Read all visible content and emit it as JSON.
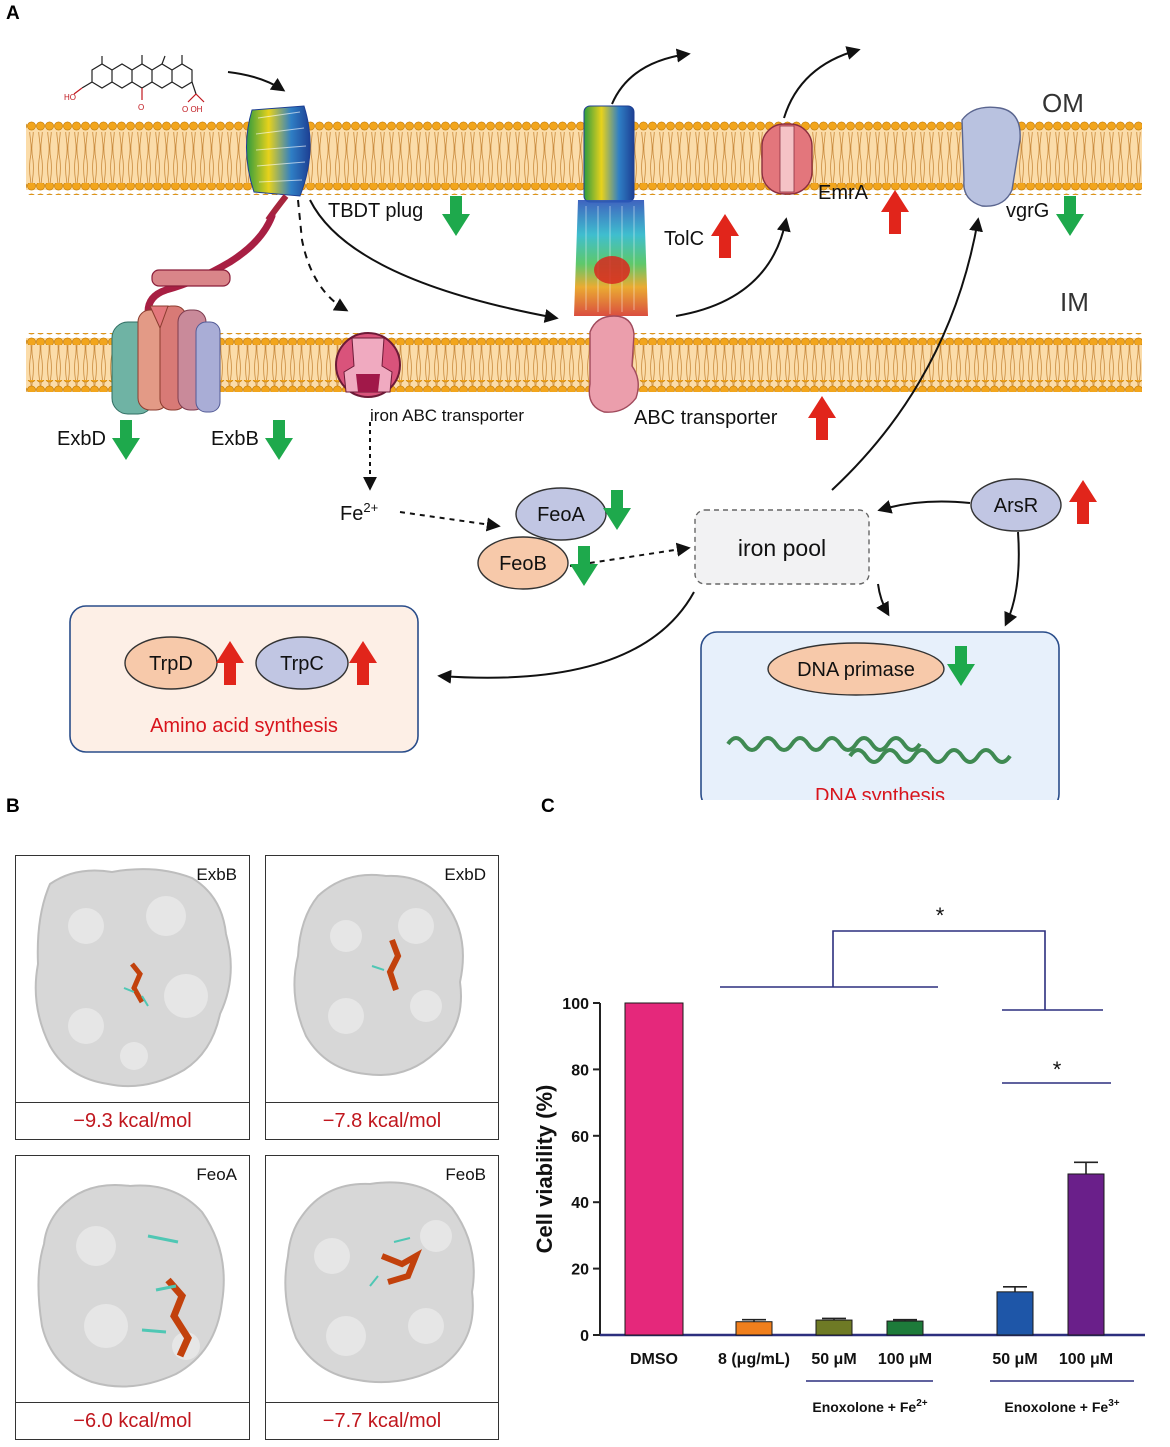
{
  "panels": {
    "a": "A",
    "b": "B",
    "c": "C"
  },
  "membranes": {
    "outer": "OM",
    "inner": "IM"
  },
  "proteins": {
    "tbdt": "TBDT plug",
    "tolc": "TolC",
    "emra": "EmrA",
    "vgrg": "vgrG",
    "exbd": "ExbD",
    "exbb": "ExbB",
    "iron_abc": "iron ABC transporter",
    "abc": "ABC transporter",
    "fe_base": "Fe",
    "fe_sup": "2+",
    "feoa": "FeoA",
    "feob": "FeoB",
    "iron_pool": "iron pool",
    "arsr": "ArsR",
    "trpd": "TrpD",
    "trpc": "TrpC",
    "dna_primase": "DNA primase"
  },
  "processes": {
    "amino": "Amino acid synthesis",
    "dna": "DNA synthesis"
  },
  "regulation_colors": {
    "up": "#e1251b",
    "down": "#1ea94c"
  },
  "docking": [
    {
      "protein": "ExbB",
      "energy": "−9.3 kcal/mol"
    },
    {
      "protein": "ExbD",
      "energy": "−7.8 kcal/mol"
    },
    {
      "protein": "FeoA",
      "energy": "−6.0 kcal/mol"
    },
    {
      "protein": "FeoB",
      "energy": "−7.7 kcal/mol"
    }
  ],
  "chart_data": {
    "type": "bar",
    "ylabel": "Cell viability (%)",
    "ylim": [
      0,
      100
    ],
    "yticks": [
      "0",
      "20",
      "40",
      "60",
      "80",
      "100"
    ],
    "categories": [
      "DMSO",
      "8 (μg/mL)",
      "50 μM",
      "100 μM",
      "50 μM",
      "100 μM"
    ],
    "values": [
      100,
      4,
      4.5,
      4.2,
      13,
      48.5
    ],
    "errors": [
      0,
      0.6,
      0.5,
      0.4,
      1.5,
      3.5
    ],
    "colors": [
      "#e5287b",
      "#f07f1d",
      "#6e7a25",
      "#1d7b3a",
      "#1e56a8",
      "#6a1f8a"
    ],
    "groups": [
      {
        "base": "Enoxolone + Fe",
        "sup": "2+"
      },
      {
        "base": "Enoxolone + Fe",
        "sup": "3+"
      }
    ],
    "significance": [
      "*",
      "*"
    ]
  }
}
